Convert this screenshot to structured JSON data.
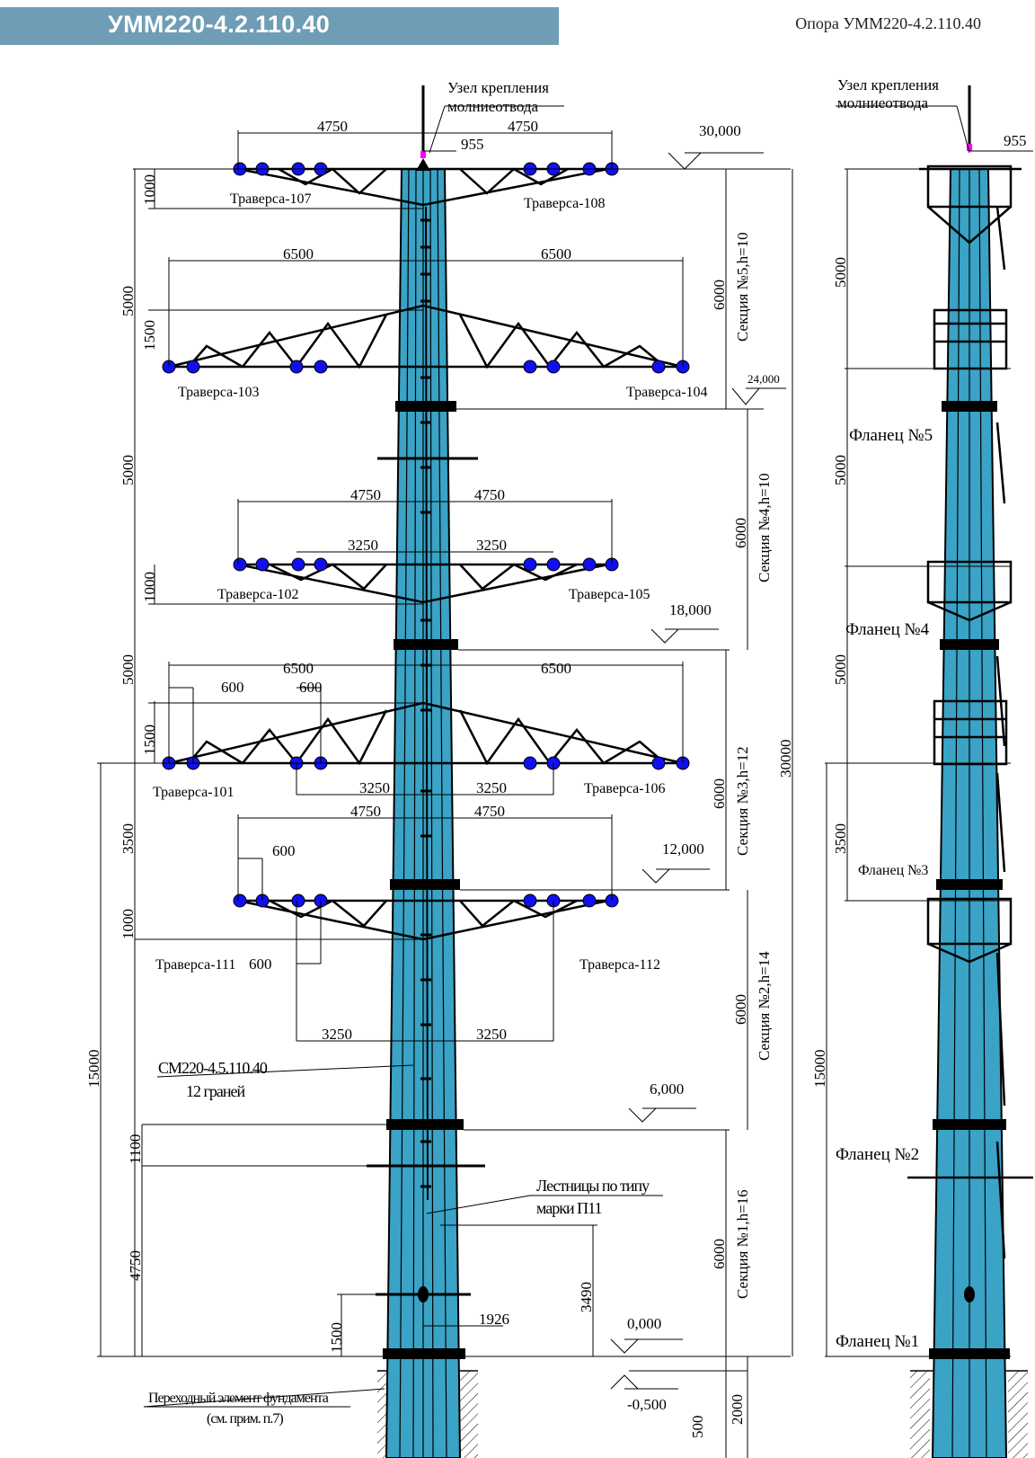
{
  "header": {
    "title": "УММ220-4.2.110.40",
    "right_caption": "Опора УММ220-4.2.110.40"
  },
  "colors": {
    "pole_fill": "#3aa3c6",
    "header_band": "#6f9db5",
    "insulator": "#1010ee",
    "line": "#000000",
    "lightning_tip": "#ff00ff"
  },
  "front_view": {
    "lightning_node": [
      "Узел крепления",
      "молниеотвода"
    ],
    "traverses": {
      "t107": "Траверса-107",
      "t108": "Траверса-108",
      "t103": "Траверса-103",
      "t104": "Траверса-104",
      "t102": "Траверса-102",
      "t105": "Траверса-105",
      "t101": "Траверса-101",
      "t106": "Траверса-106",
      "t111": "Траверса-111",
      "t112": "Траверса-112"
    },
    "elevations": {
      "e30": "30,000",
      "e24": "24,000",
      "e18": "18,000",
      "e12": "12,000",
      "e6": "6,000",
      "e0": "0,000",
      "em05": "-0,500"
    },
    "sections": {
      "s5": "Секция №5,h=10",
      "s4": "Секция №4,h=10",
      "s3": "Секция №3,h=12",
      "s2": "Секция №2,h=14",
      "s1": "Секция №1,h=16"
    },
    "dims": {
      "d4750": "4750",
      "d955": "955",
      "d6500": "6500",
      "d3250": "3250",
      "d600": "600",
      "d1000": "1000",
      "d1500": "1500",
      "d5000": "5000",
      "d6000": "6000",
      "d3500": "3500",
      "d15000": "15000",
      "d30000": "30000",
      "d1100": "1100",
      "d3490": "3490",
      "d1926": "1926",
      "d2000": "2000",
      "d500": "500"
    },
    "callouts": {
      "shaft_name": "СМ220-4.5.110.40",
      "shaft_faces": "12 граней",
      "ladder_1": "Лестницы по типу",
      "ladder_2": "марки П11",
      "foundation_1": "Переходный элемент фундамента",
      "foundation_2": "(см. прим. п.7)"
    }
  },
  "side_view": {
    "lightning_node": [
      "Узел крепления",
      "молниеотвода"
    ],
    "flanges": {
      "f5": "Фланец №5",
      "f4": "Фланец №4",
      "f3": "Фланец №3",
      "f2": "Фланец №2",
      "f1": "Фланец №1"
    }
  }
}
